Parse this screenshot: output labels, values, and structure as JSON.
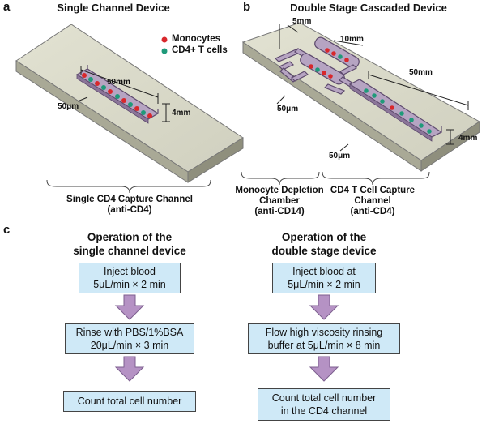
{
  "panel_a": {
    "letter": "a",
    "title": "Single Channel Device",
    "legend": [
      {
        "label": "Monocytes",
        "color": "#d8282c"
      },
      {
        "label": "CD4+ T cells",
        "color": "#1f9a7a"
      }
    ],
    "dims": {
      "length": "50mm",
      "width": "4mm",
      "height": "50μm"
    },
    "caption_line1": "Single CD4 Capture Channel",
    "caption_line2": "(anti-CD4)"
  },
  "panel_b": {
    "letter": "b",
    "title": "Double Stage Cascaded Device",
    "dims": {
      "d5mm": "5mm",
      "d10mm": "10mm",
      "d50mm": "50mm",
      "h50um_a": "50μm",
      "h50um_b": "50μm",
      "d4mm": "4mm"
    },
    "caption_left": [
      "Monocyte Depletion",
      "Chamber",
      "(anti-CD14)"
    ],
    "caption_right": [
      "CD4 T Cell Capture",
      "Channel",
      "(anti-CD4)"
    ]
  },
  "panel_c": {
    "letter": "c",
    "single": {
      "title_line1": "Operation of the",
      "title_line2": "single channel device",
      "steps": [
        [
          "Inject blood",
          "5μL/min × 2 min"
        ],
        [
          "Rinse with PBS/1%BSA",
          "20μL/min × 3 min"
        ],
        [
          "Count total cell number"
        ]
      ]
    },
    "double": {
      "title_line1": "Operation of the",
      "title_line2": "double stage device",
      "steps": [
        [
          "Inject blood at",
          "5μL/min × 2 min"
        ],
        [
          "Flow  high viscosity rinsing",
          "buffer at 5μL/min × 8 min"
        ],
        [
          "Count total cell number",
          "in the CD4 channel"
        ]
      ]
    }
  },
  "colors": {
    "chip_top": "#d9d9c8",
    "chip_side": "#a7a795",
    "channel": "#b6a4c2",
    "arrow": "#b592c4",
    "box": "#cfe9f7"
  }
}
